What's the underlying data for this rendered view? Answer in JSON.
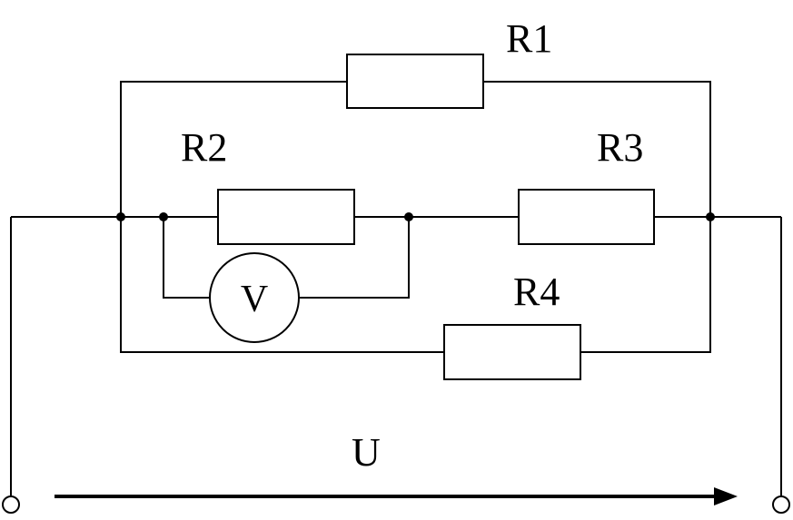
{
  "resistors": {
    "r1": "R1",
    "r2": "R2",
    "r3": "R3",
    "r4": "R4"
  },
  "voltmeter": {
    "symbol": "V"
  },
  "source": {
    "voltage_label": "U"
  }
}
